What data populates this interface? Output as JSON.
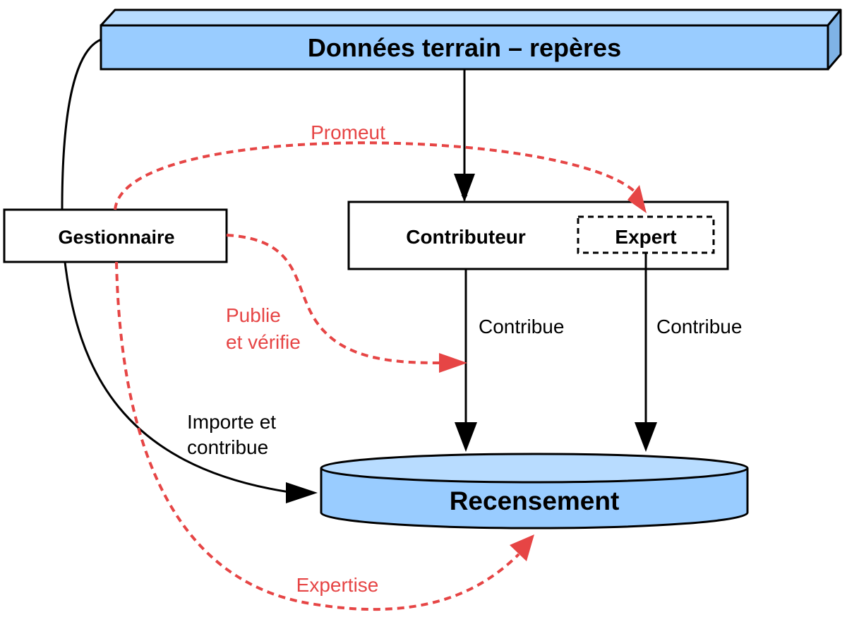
{
  "nodes": {
    "donnees": {
      "label": "Données terrain – repères"
    },
    "gestionnaire": {
      "label": "Gestionnaire"
    },
    "contributeur": {
      "label": "Contributeur"
    },
    "expert": {
      "label": "Expert"
    },
    "recensement": {
      "label": "Recensement"
    }
  },
  "edges": {
    "promeut": {
      "label": "Promeut"
    },
    "publie": {
      "line1": "Publie",
      "line2": "et vérifie"
    },
    "contribue_left": {
      "label": "Contribue"
    },
    "contribue_right": {
      "label": "Contribue"
    },
    "importe": {
      "line1": "Importe et",
      "line2": "contribue"
    },
    "expertise": {
      "label": "Expertise"
    }
  },
  "colors": {
    "box_fill": "#99ccff",
    "box_top": "#b8dcff",
    "line": "#000000",
    "accent_red": "#e64545"
  }
}
